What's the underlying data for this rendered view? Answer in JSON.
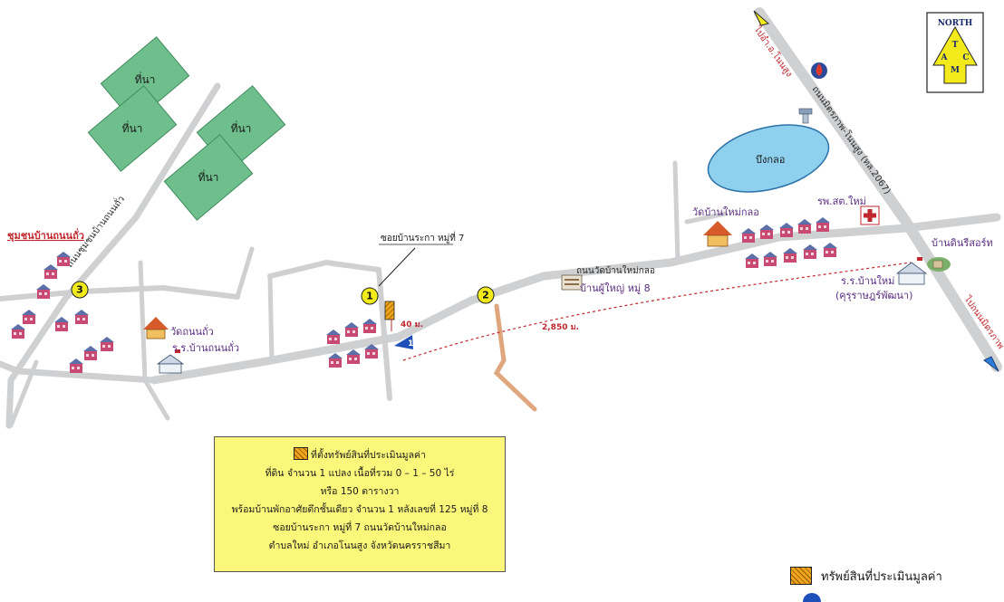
{
  "fields": {
    "label": "ที่นา"
  },
  "labels": {
    "community": "ชุมชนบ้านถนนถั่ว",
    "road_thanonthua": "ถนนชุมชนบ้านถนนถั่ว",
    "soi": "ซอยบ้านระกา หมู่ที่ 7",
    "road_watmai": "ถนนวัดบ้านใหม่กลอ",
    "village": "บ้านผู้ใหญ่ หมู่ 8",
    "wat_thanonthua": "วัดถนนถั่ว",
    "school_thanonthua": "ร.ร.บ้านถนนถั่ว",
    "wat_maiklo": "วัดบ้านใหม่กลอ",
    "lake": "บึงกลอ",
    "hospital": "รพ.สต.ใหม่",
    "resort": "บ้านดินรีสอร์ท",
    "school_mai_1": "ร.ร.บ้านใหม่",
    "school_mai_2": "(คุรุราษฎร์พัฒนา)",
    "highway": "ถนนมิตรภาพ-โนนสูง (ทล.2067)",
    "to_nonsung": "ไปอำ.อ.โนนสูง",
    "to_mittraphap": "ไปถนนมิตรภาพ",
    "dist_short": "40 ม.",
    "dist_long": "2,850 ม."
  },
  "markers": [
    "1",
    "2",
    "3"
  ],
  "property_marker": "1",
  "north": {
    "title": "NORTH",
    "letters": [
      "T",
      "A",
      "M",
      "C"
    ]
  },
  "info_box": {
    "title": "ที่ตั้งทรัพย์สินที่ประเมินมูลค่า",
    "line1": "ที่ดิน  จำนวน 1  แปลง  เนื้อที่รวม  0 – 1 – 50 ไร่",
    "line2": "หรือ 150 ตารางวา",
    "line3": "พร้อมบ้านพักอาศัยตึกชั้นเดียว จำนวน 1 หลังเลขที่ 125 หมู่ที่ 8",
    "line4": "ซอยบ้านระกา หมู่ที่ 7  ถนนวัดบ้านใหม่กลอ",
    "line5": "ตำบลใหม่ อำเภอโนนสูง จังหวัดนครราชสีมา"
  },
  "legend": {
    "item1": "ทรัพย์สินที่ประเมินมูลค่า"
  },
  "colors": {
    "road": "#cfd0d2",
    "field": "#6fbf8d",
    "lake": "#8fd0ee",
    "info_box": "#fbf77a",
    "marker_circle": "#f2ea1b",
    "distance": "#c0282e",
    "property_hatch": "#f2a51a",
    "property_blue": "#1f4fb8"
  }
}
